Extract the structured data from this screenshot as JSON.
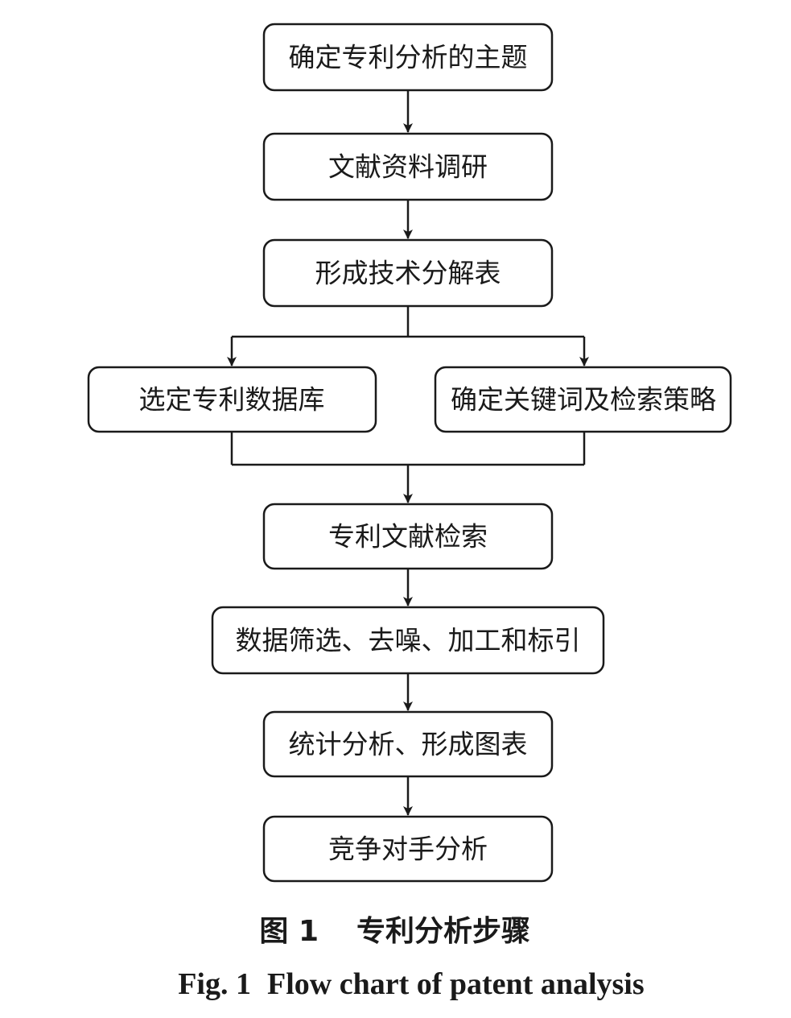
{
  "diagram": {
    "nodes": [
      {
        "id": "n1",
        "label": "确定专利分析的主题"
      },
      {
        "id": "n2",
        "label": "文献资料调研"
      },
      {
        "id": "n3",
        "label": "形成技术分解表"
      },
      {
        "id": "n4",
        "label": "选定专利数据库"
      },
      {
        "id": "n5",
        "label": "确定关键词及检索策略"
      },
      {
        "id": "n6",
        "label": "专利文献检索"
      },
      {
        "id": "n7",
        "label": "数据筛选、去噪、加工和标引"
      },
      {
        "id": "n8",
        "label": "统计分析、形成图表"
      },
      {
        "id": "n9",
        "label": "竞争对手分析"
      }
    ],
    "edges": [
      {
        "from": "n1",
        "to": "n2"
      },
      {
        "from": "n2",
        "to": "n3"
      },
      {
        "from": "n3",
        "to": "n4"
      },
      {
        "from": "n3",
        "to": "n5"
      },
      {
        "from": "n4",
        "to": "n6"
      },
      {
        "from": "n5",
        "to": "n6"
      },
      {
        "from": "n6",
        "to": "n7"
      },
      {
        "from": "n7",
        "to": "n8"
      },
      {
        "from": "n8",
        "to": "n9"
      }
    ]
  },
  "caption": {
    "cn_number": "图 1",
    "cn_title": "专利分析步骤",
    "en_number": "Fig. 1",
    "en_title": "Flow chart of patent analysis"
  },
  "colors": {
    "stroke": "#1a1a1a",
    "background": "#ffffff"
  }
}
